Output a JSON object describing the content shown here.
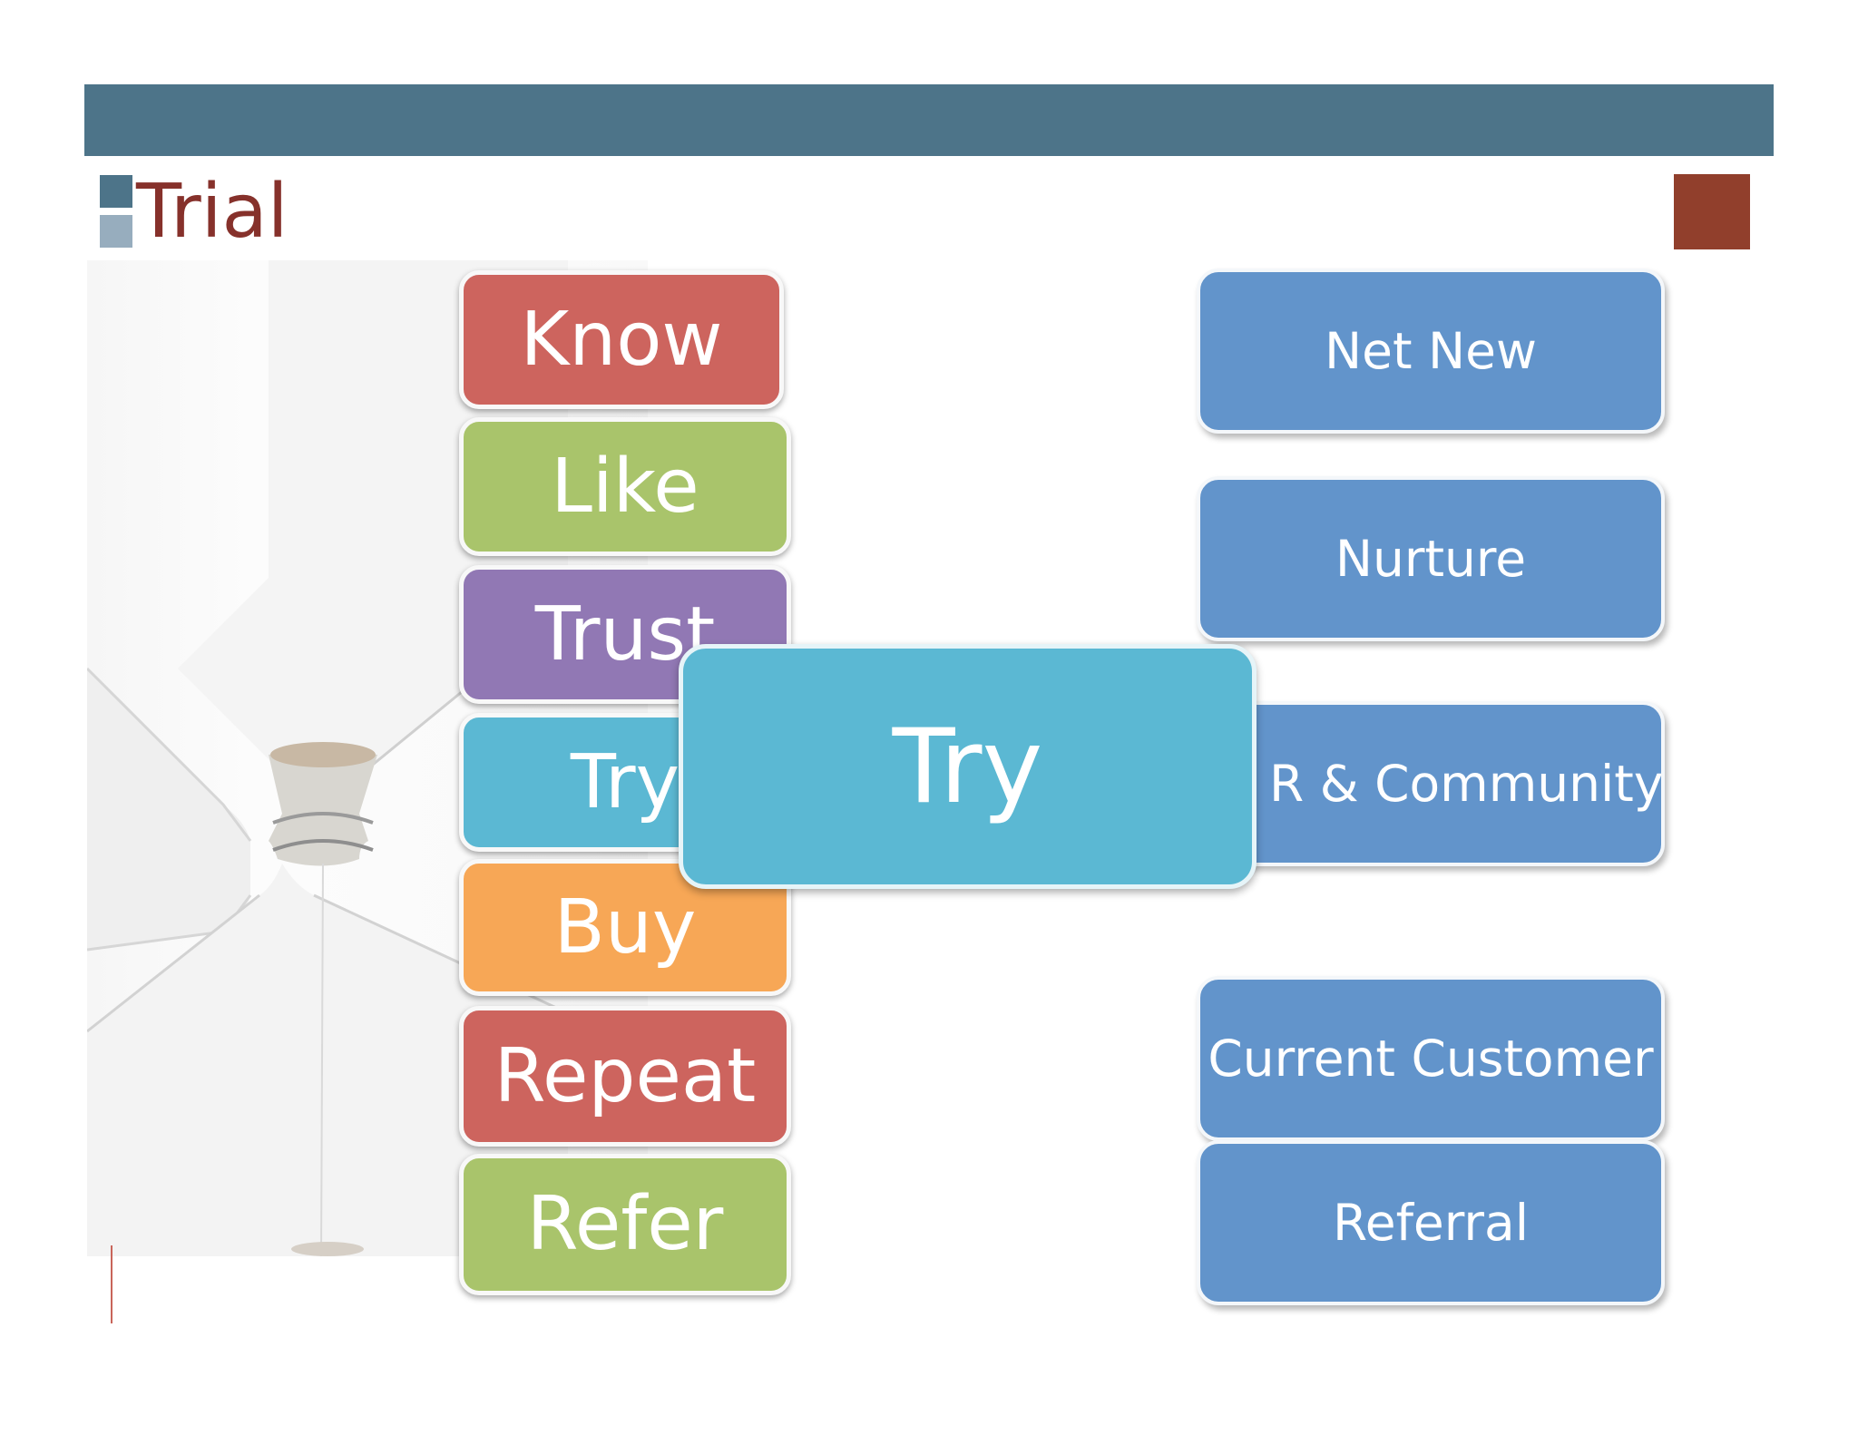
{
  "slide": {
    "title": "Trial"
  },
  "steps": [
    {
      "label": "Know"
    },
    {
      "label": "Like"
    },
    {
      "label": "Trust"
    },
    {
      "label": "Try"
    },
    {
      "label": "Buy"
    },
    {
      "label": "Repeat"
    },
    {
      "label": "Refer"
    }
  ],
  "highlight": {
    "label": "Try"
  },
  "segments": [
    {
      "label": "Net New"
    },
    {
      "label": "Nurture"
    },
    {
      "label": "R & Community"
    },
    {
      "label": "Current Customer"
    },
    {
      "label": "Referral"
    }
  ],
  "colors": {
    "header_bar": "#4d7489",
    "title_text": "#86312b",
    "accent_square": "#913f2c",
    "step_red": "#cd645e",
    "step_green": "#a9c46b",
    "step_purple": "#9178b4",
    "step_teal": "#5bb8d3",
    "step_orange": "#f7a756",
    "segment_blue": "#6294cb"
  },
  "images": [
    {
      "name": "hourglass",
      "description": "hourglass photo"
    }
  ]
}
